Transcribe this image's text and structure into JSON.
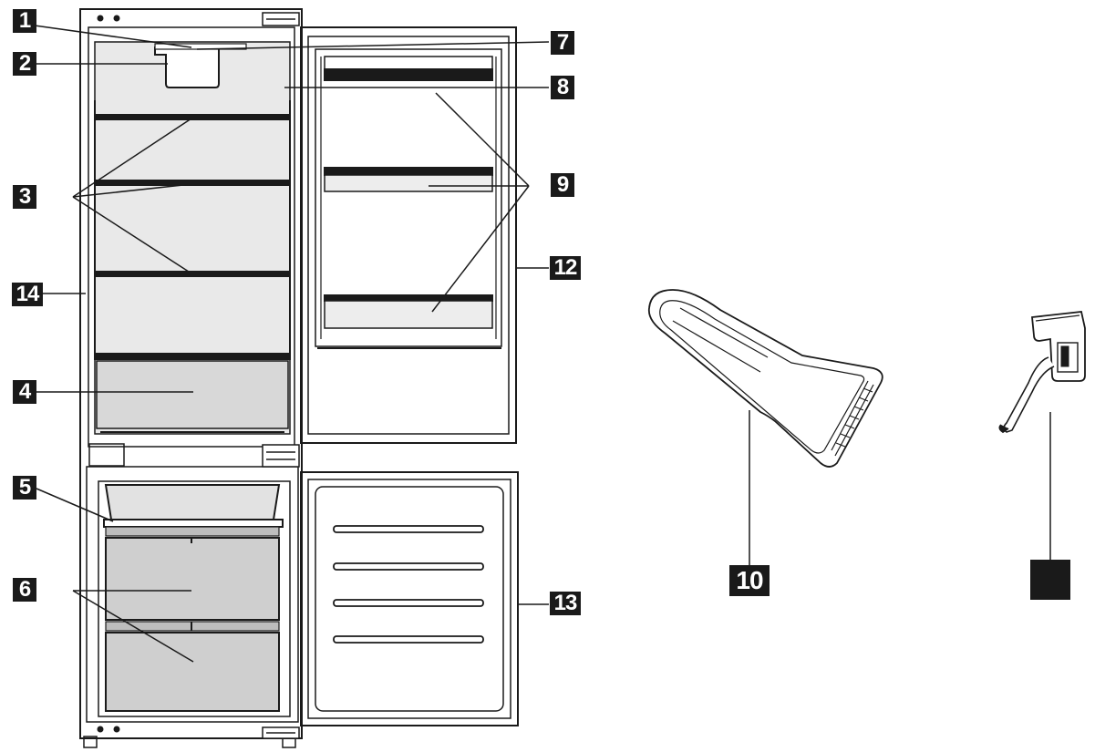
{
  "callouts": {
    "c1": "1",
    "c2": "2",
    "c3": "3",
    "c4": "4",
    "c5": "5",
    "c6": "6",
    "c7": "7",
    "c8": "8",
    "c9": "9",
    "c10": "10",
    "c11": "",
    "c12": "12",
    "c13": "13",
    "c14": "14"
  },
  "colors": {
    "line": "#1a1a1a",
    "drawer_fill": "#cfcfcf",
    "drawer_fill_light": "#e2e2e2",
    "callout_bg": "#1a1a1a",
    "callout_text": "#ffffff"
  },
  "icons": {
    "main": "fridge-freezer-front-open-icon",
    "accessory_a": "ice-scraper-icon",
    "accessory_b": "anti-tip-bracket-icon"
  }
}
